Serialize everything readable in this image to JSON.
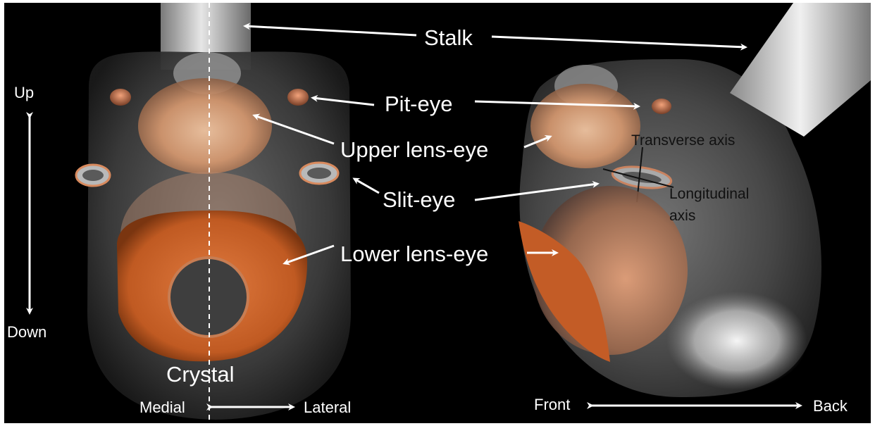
{
  "labels": {
    "stalk": "Stalk",
    "pit_eye": "Pit-eye",
    "upper_lens_eye": "Upper lens-eye",
    "slit_eye": "Slit-eye",
    "lower_lens_eye": "Lower lens-eye",
    "crystal": "Crystal",
    "up": "Up",
    "down": "Down",
    "medial": "Medial",
    "lateral": "Lateral",
    "front": "Front",
    "back": "Back",
    "transverse_axis": "Transverse axis",
    "longitudinal_axis_line1": "Longitudinal",
    "longitudinal_axis_line2": "axis"
  },
  "colors": {
    "background": "#000000",
    "lower_lens_eye": "#c8602a",
    "upper_lens_eye": "#e8a57a",
    "body_gray": "#8a8a8a",
    "arrows": "#ffffff"
  }
}
